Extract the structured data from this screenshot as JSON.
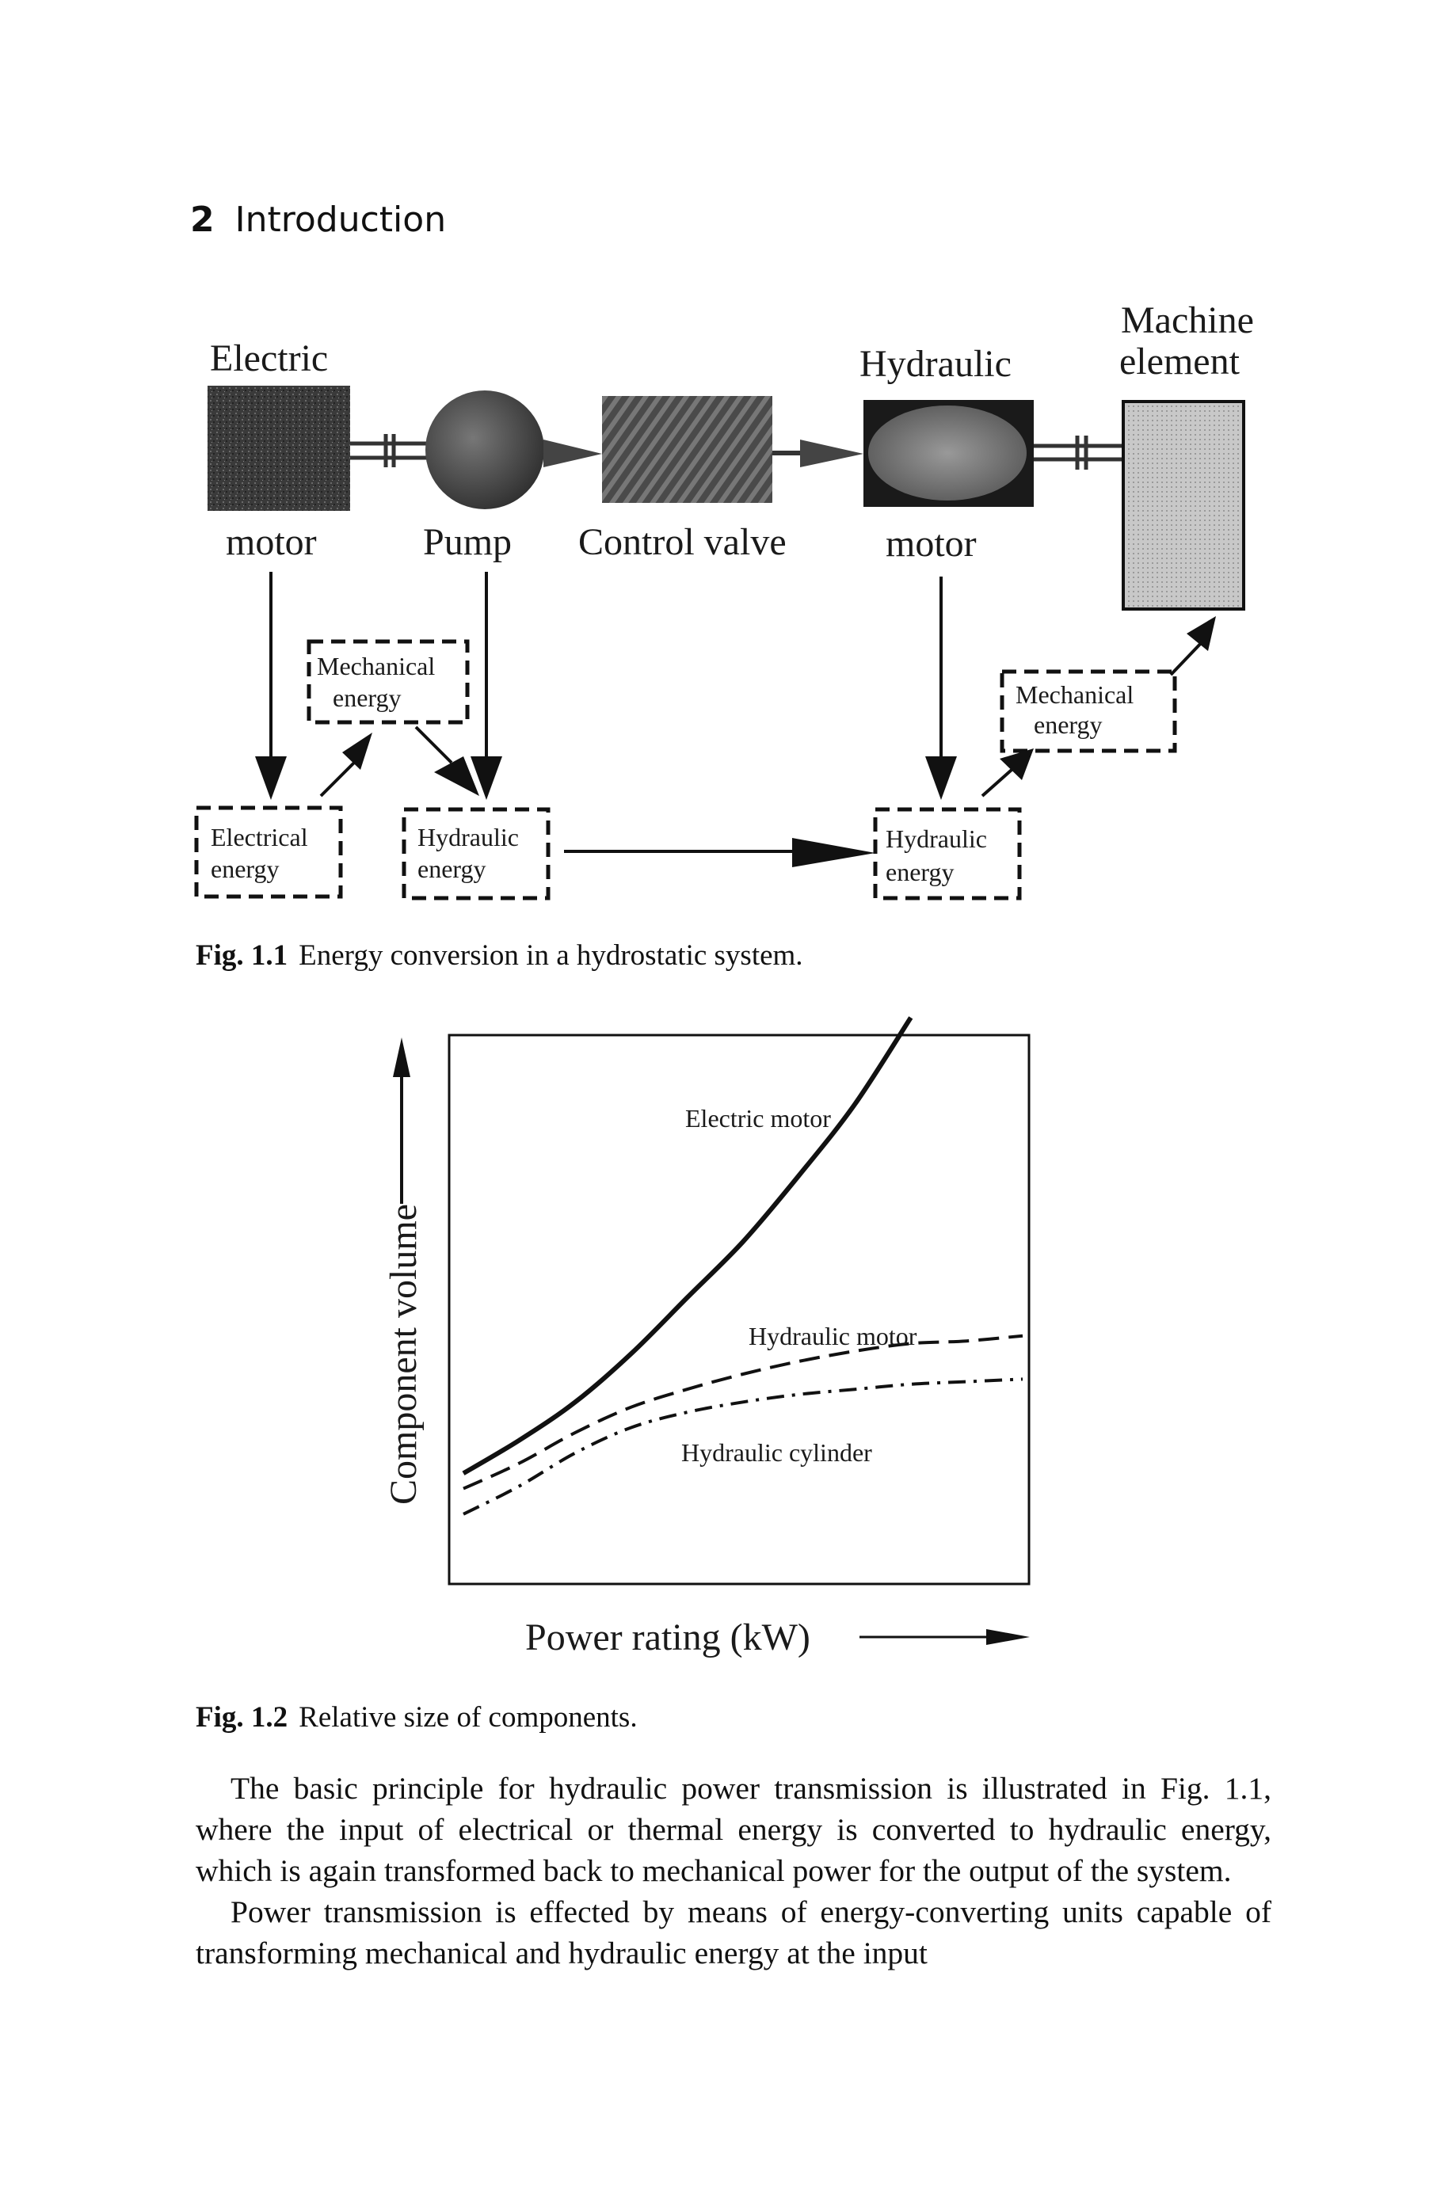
{
  "running_head": {
    "page_number": "2",
    "title": "Introduction"
  },
  "figure1": {
    "labels": {
      "electric": "Electric",
      "motor_left": "motor",
      "pump": "Pump",
      "control_valve": "Control valve",
      "hydraulic": "Hydraulic",
      "motor_right": "motor",
      "machine": "Machine",
      "element": "element"
    },
    "boxes": {
      "mech1_line1": "Mechanical",
      "mech1_line2": "energy",
      "mech2_line1": "Mechanical",
      "mech2_line2": "energy",
      "elec_line1": "Electrical",
      "elec_line2": "energy",
      "hyd1_line1": "Hydraulic",
      "hyd1_line2": "energy",
      "hyd2_line1": "Hydraulic",
      "hyd2_line2": "energy"
    },
    "caption_label": "Fig. 1.1",
    "caption_text": "Energy conversion in a hydrostatic system."
  },
  "figure2": {
    "caption_label": "Fig. 1.2",
    "caption_text": "Relative size of components."
  },
  "chart_data": {
    "type": "line",
    "xlabel": "Power rating (kW)",
    "ylabel": "Component volume",
    "x": [
      0,
      1,
      2,
      3,
      4,
      5,
      6,
      7,
      8,
      9,
      10
    ],
    "xlim": [
      0,
      10
    ],
    "ylim": [
      0,
      10
    ],
    "grid": false,
    "series": [
      {
        "name": "Electric motor",
        "style": "solid",
        "values": [
          1.55,
          2.2,
          2.95,
          3.9,
          5.0,
          6.1,
          7.4,
          8.8,
          10.5,
          null,
          null
        ]
      },
      {
        "name": "Hydraulic motor",
        "style": "dashed",
        "values": [
          1.25,
          1.75,
          2.35,
          2.85,
          3.2,
          3.5,
          3.75,
          3.95,
          4.1,
          4.15,
          4.25
        ]
      },
      {
        "name": "Hydraulic cylinder",
        "style": "dash-dot",
        "values": [
          0.75,
          1.3,
          1.95,
          2.45,
          2.75,
          2.95,
          3.1,
          3.2,
          3.3,
          3.35,
          3.4
        ]
      }
    ]
  },
  "body": {
    "para1": "The basic principle for hydraulic power transmission is illustrated in Fig. 1.1, where the input of electrical or thermal energy is converted to hydraulic energy, which is again transformed back to mechanical power for the output of the system.",
    "para2": "Power transmission is effected by means of energy-converting units capable of transforming mechanical and hydraulic energy at the input"
  }
}
